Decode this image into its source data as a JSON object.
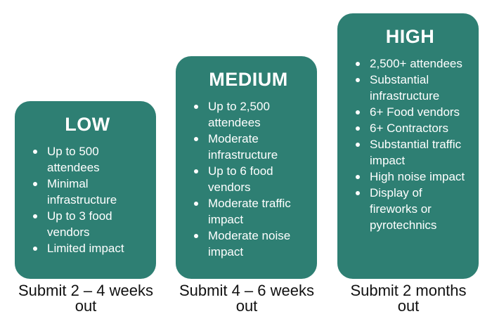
{
  "tiers": [
    {
      "title": "LOW",
      "items": [
        "Up to 500 attendees",
        "Minimal infrastructure",
        "Up to 3 food vendors",
        "Limited impact"
      ],
      "submit": "Submit 2 – 4 weeks out"
    },
    {
      "title": "MEDIUM",
      "items": [
        "Up to 2,500 attendees",
        "Moderate infrastructure",
        "Up to 6 food vendors",
        "Moderate traffic impact",
        "Moderate noise impact"
      ],
      "submit": "Submit 4 – 6 weeks out"
    },
    {
      "title": "HIGH",
      "items": [
        "2,500+ attendees",
        "Substantial infrastructure",
        "6+ Food vendors",
        "6+ Contractors",
        "Substantial traffic impact",
        "High noise impact",
        "Display of fireworks or pyrotechnics"
      ],
      "submit": "Submit 2 months out"
    }
  ],
  "colors": {
    "card_background": "#2e7f73",
    "card_text": "#ffffff",
    "caption_text": "#111111"
  }
}
